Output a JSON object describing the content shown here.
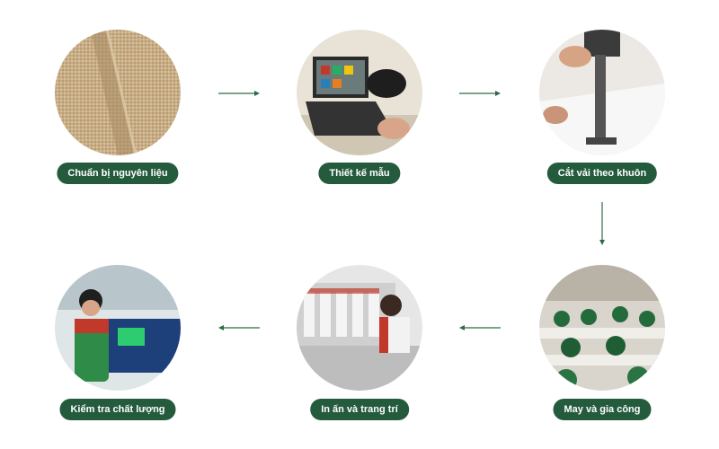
{
  "colors": {
    "accent": "#245b3d",
    "arrow": "#2e6b45"
  },
  "steps": [
    {
      "label": "Chuẩn bị nguyên liệu",
      "icon": "burlap-fabric-photo-icon"
    },
    {
      "label": "Thiết kế mẫu",
      "icon": "laptop-design-photo-icon"
    },
    {
      "label": "Cắt vải theo khuôn",
      "icon": "fabric-cutting-machine-photo-icon"
    },
    {
      "label": "May và gia công",
      "icon": "sewing-workshop-photo-icon"
    },
    {
      "label": "In ấn và trang trí",
      "icon": "embroidery-machine-photo-icon"
    },
    {
      "label": "Kiểm tra chất lượng",
      "icon": "quality-check-photo-icon"
    }
  ]
}
